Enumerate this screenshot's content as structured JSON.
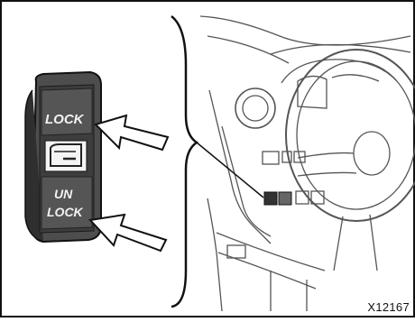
{
  "illustration": {
    "switch": {
      "lock_label": "LOCK",
      "unlock_label_line1": "UN",
      "unlock_label_line2": "LOCK",
      "door_icon": "door-icon"
    },
    "arrows": [
      "arrow-icon",
      "arrow-icon"
    ],
    "figure_code": "X12167",
    "colors": {
      "switch_body": "#5a5a5a",
      "switch_face": "#3a3a3a",
      "line": "#222222",
      "dashboard_line": "#444444",
      "background": "#ffffff"
    }
  }
}
